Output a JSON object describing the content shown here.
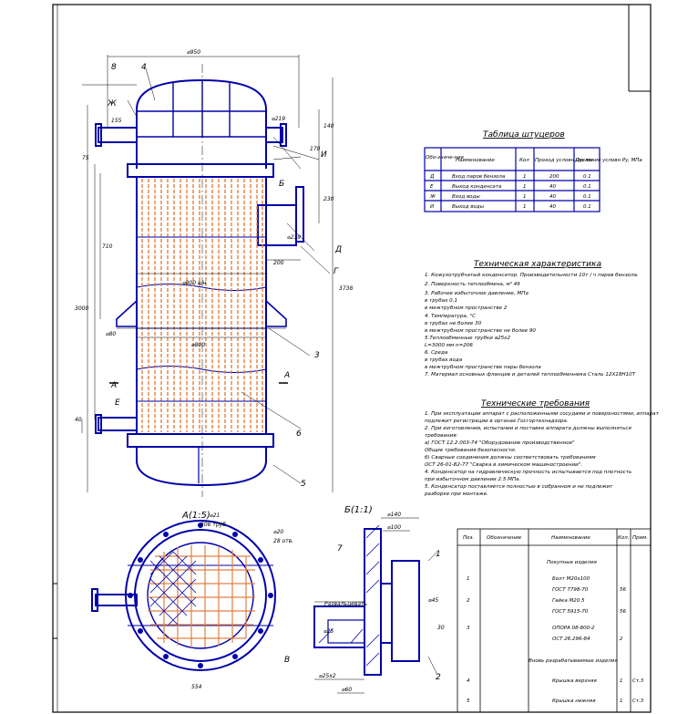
{
  "colors": {
    "outline": "#0000aa",
    "tubes": "#e08040",
    "dims": "#000000",
    "sheet": "#ffffff"
  },
  "view_labels": {
    "section_a": "А(1:5)",
    "section_b": "Б(1:1)"
  },
  "dimensions": {
    "overall_diameter": "⌀950",
    "nozzle_offset": "155",
    "nozzle_dia_top": "⌀219",
    "small_75": "75",
    "top_140": "140",
    "total_3738": "3738",
    "tube_3000": "3000",
    "spacing_710": "710",
    "tube_d_top": "⌀800 в/н",
    "tube_d_mid": "⌀800",
    "nozzle_200": "200",
    "nozzle_side_219": "⌀219",
    "small_80": "⌀80",
    "bottom_40": "40",
    "span_230": "230",
    "span_170": "170",
    "base_554": "554",
    "fixing_21": "⌀21",
    "rods_206": "206 труб",
    "bolts_20": "⌀20",
    "bolts_28": "28 отв.",
    "b_140": "⌀140",
    "b_100": "⌀100",
    "b_25": "⌀25",
    "b_25x2": "⌀25х2",
    "b_60": "⌀60",
    "b_45": "⌀45",
    "b_30": "30",
    "rasvaltsovat": "Развальцевать"
  },
  "markers": {
    "A_left": "А",
    "A_right": "А",
    "B": "Б",
    "V": "В",
    "G": "Г",
    "D": "Д",
    "E": "Е",
    "Zh": "Ж",
    "I": "И",
    "p1": "1",
    "p2": "2",
    "p3": "3",
    "p4": "4",
    "p5": "5",
    "p6": "6",
    "p7": "7",
    "p8": "8"
  },
  "nozzle_table": {
    "title": "Таблица штуцеров",
    "headers": [
      "Обо-значе-ние",
      "Наименование",
      "Кол",
      "Проход условн Dy, мм",
      "Давление условн Py, МПа"
    ],
    "rows": [
      [
        "Д",
        "Вход паров бензола",
        "1",
        "200",
        "0.1"
      ],
      [
        "Е",
        "Выход конденсата",
        "1",
        "40",
        "0.1"
      ],
      [
        "Ж",
        "Вход воды",
        "1",
        "40",
        "0.1"
      ],
      [
        "И",
        "Выход воды",
        "1",
        "40",
        "0.1"
      ]
    ]
  },
  "tech_spec": {
    "title": "Техническая характеристика",
    "lines": [
      "1. Кожухотрубчатый конденсатор. Производительности 10т / ч паров бензола.",
      "2. Поверхность теплообмена, м²                                                  49",
      "3. Рабочее избыточное давление, МПа",
      "в трубах                                                                            0.1",
      "в межтрубном пространстве                                              2",
      "4. Температура, °С",
      "в трубах не более                                                           30",
      "в межтрубном пространстве не более                             90",
      "5.Теплообменные трубки ⌀25х2",
      "L=3000 мм    n=206",
      "6. Среда",
      "в трубах                                                                 вода",
      "в межтрубном пространстве                                пары бензола",
      "7. Материал основных фланцев и деталей теплообменника   Сталь 12Х18Н10Т"
    ]
  },
  "requirements": {
    "title": "Технические требования",
    "lines": [
      "1. При эксплуатации аппарат с расположенными сосудами и поверхностями, аппарат",
      "подлежит регистрации в органах Госгортехнадзора.",
      "2. При изготовлении, испытании и поставке аппарата должны выполняться",
      "требования:",
      "а) ГОСТ 12.2.003-74 \"Оборудование производственное\"",
      "Общие требования безопасности.",
      "б) Сварные соединения должны соответствовать требованиям",
      "ОСТ 26-01-82-77 \"Сварка в химическом машиностроении\".",
      "4. Конденсатор на гидравлическую прочность испытывается под плотность",
      "при избыточном давлении 2.5 МПа.",
      "5. Конденсатор поставляется полностью в собранном и не подлежит",
      "разборке при монтаже."
    ]
  },
  "parts_table": {
    "headers": [
      "Поз.",
      "Обозначение",
      "Наименование",
      "Кол.",
      "Прим."
    ],
    "rows": [
      [
        "",
        "",
        "Покупные изделия",
        "",
        ""
      ],
      [
        "1",
        "",
        "Болт М20х100",
        "",
        ""
      ],
      [
        "",
        "",
        "ГОСТ 7798-70",
        "56",
        ""
      ],
      [
        "2",
        "",
        "Гайка М20.5",
        "",
        ""
      ],
      [
        "",
        "",
        "ГОСТ 5915-70",
        "56",
        ""
      ],
      [
        "3",
        "",
        "ОПОРА 08-800-2",
        "",
        ""
      ],
      [
        "",
        "",
        "ОСТ 26.296-84",
        "2",
        ""
      ],
      [
        "",
        "",
        "Вновь разрабатываемые изделия",
        "",
        ""
      ],
      [
        "4",
        "",
        "Крышка верхняя",
        "1",
        "Ст.3"
      ],
      [
        "5",
        "",
        "Крышка нижняя",
        "1",
        "Ст.3"
      ]
    ]
  }
}
